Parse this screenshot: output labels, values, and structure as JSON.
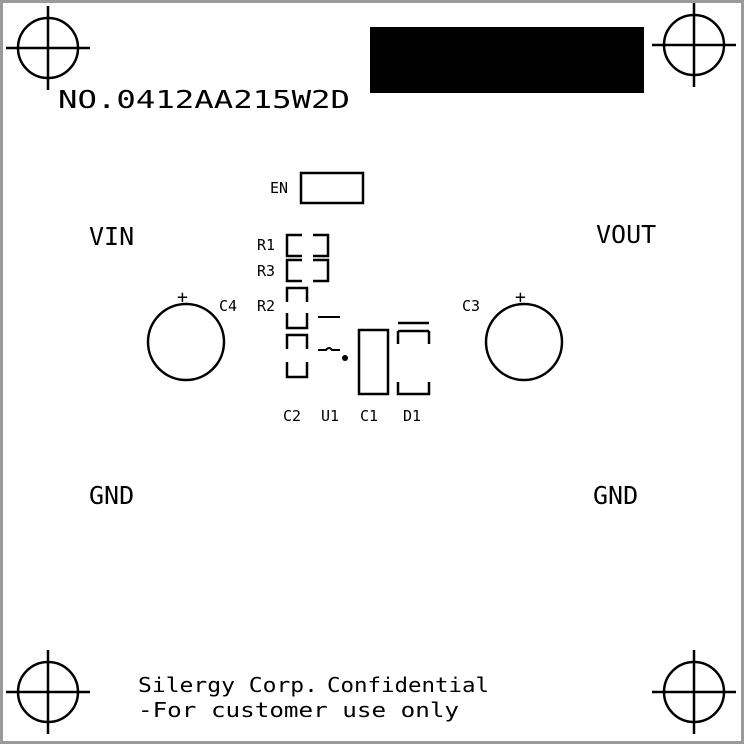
{
  "board": {
    "part_number": "NO.0412AA215W2D",
    "colors": {
      "background": "#ffffff",
      "border": "#9a9a9a",
      "silkscreen": "#000000",
      "redaction": "#000000"
    },
    "mounting_hole_icon": "crosshair-circle"
  },
  "terminals": {
    "vin": "VIN",
    "vout": "VOUT",
    "gnd_left": "GND",
    "gnd_right": "GND"
  },
  "components": {
    "en": "EN",
    "r1": "R1",
    "r3": "R3",
    "r2": "R2",
    "c4": "C4",
    "c3": "C3",
    "c2": "C2",
    "u1": "U1",
    "c1": "C1",
    "d1": "D1",
    "polarity_plus": "+"
  },
  "footer": {
    "line1_company": "Silergy Corp.",
    "line1_confidential": "Confidential",
    "line2": "-For customer use only"
  }
}
